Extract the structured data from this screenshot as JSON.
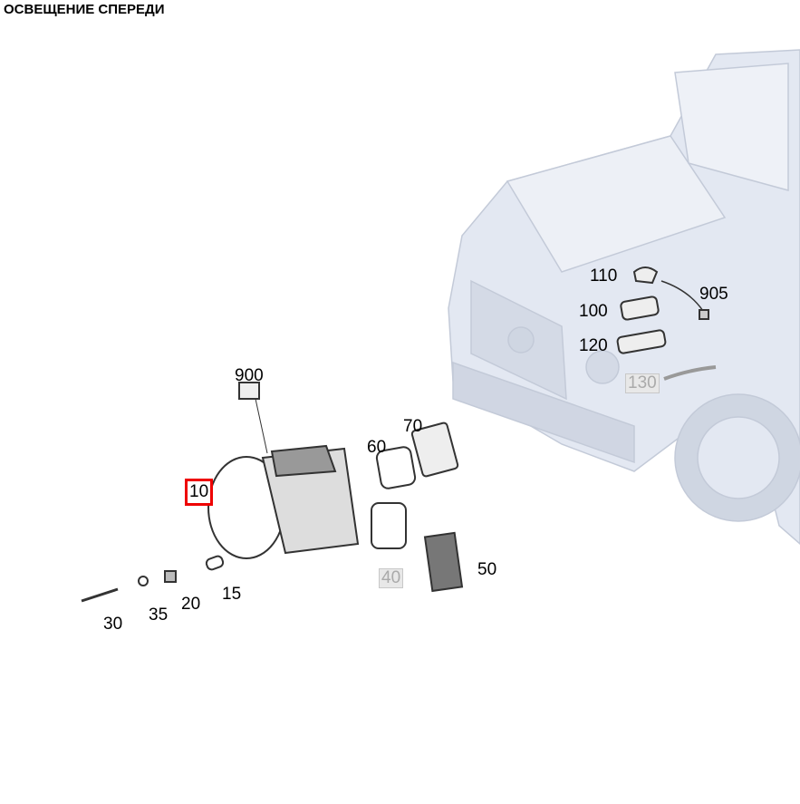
{
  "title": "ОСВЕЩЕНИЕ СПЕРЕДИ",
  "colors": {
    "selected": "#e00000",
    "unavailable": "#aaaaaa",
    "car": "#dde3ef"
  },
  "selected_part": "10",
  "parts": [
    {
      "id": "p900",
      "label": "900",
      "state": "available"
    },
    {
      "id": "p70",
      "label": "70",
      "state": "available"
    },
    {
      "id": "p60",
      "label": "60",
      "state": "available"
    },
    {
      "id": "p10",
      "label": "10",
      "state": "selected"
    },
    {
      "id": "p40",
      "label": "40",
      "state": "unavailable"
    },
    {
      "id": "p50",
      "label": "50",
      "state": "available"
    },
    {
      "id": "p30",
      "label": "30",
      "state": "available"
    },
    {
      "id": "p35",
      "label": "35",
      "state": "available"
    },
    {
      "id": "p20",
      "label": "20",
      "state": "available"
    },
    {
      "id": "p15",
      "label": "15",
      "state": "available"
    },
    {
      "id": "p110",
      "label": "110",
      "state": "available"
    },
    {
      "id": "p905",
      "label": "905",
      "state": "available"
    },
    {
      "id": "p100",
      "label": "100",
      "state": "available"
    },
    {
      "id": "p120",
      "label": "120",
      "state": "available"
    },
    {
      "id": "p130",
      "label": "130",
      "state": "unavailable"
    }
  ]
}
